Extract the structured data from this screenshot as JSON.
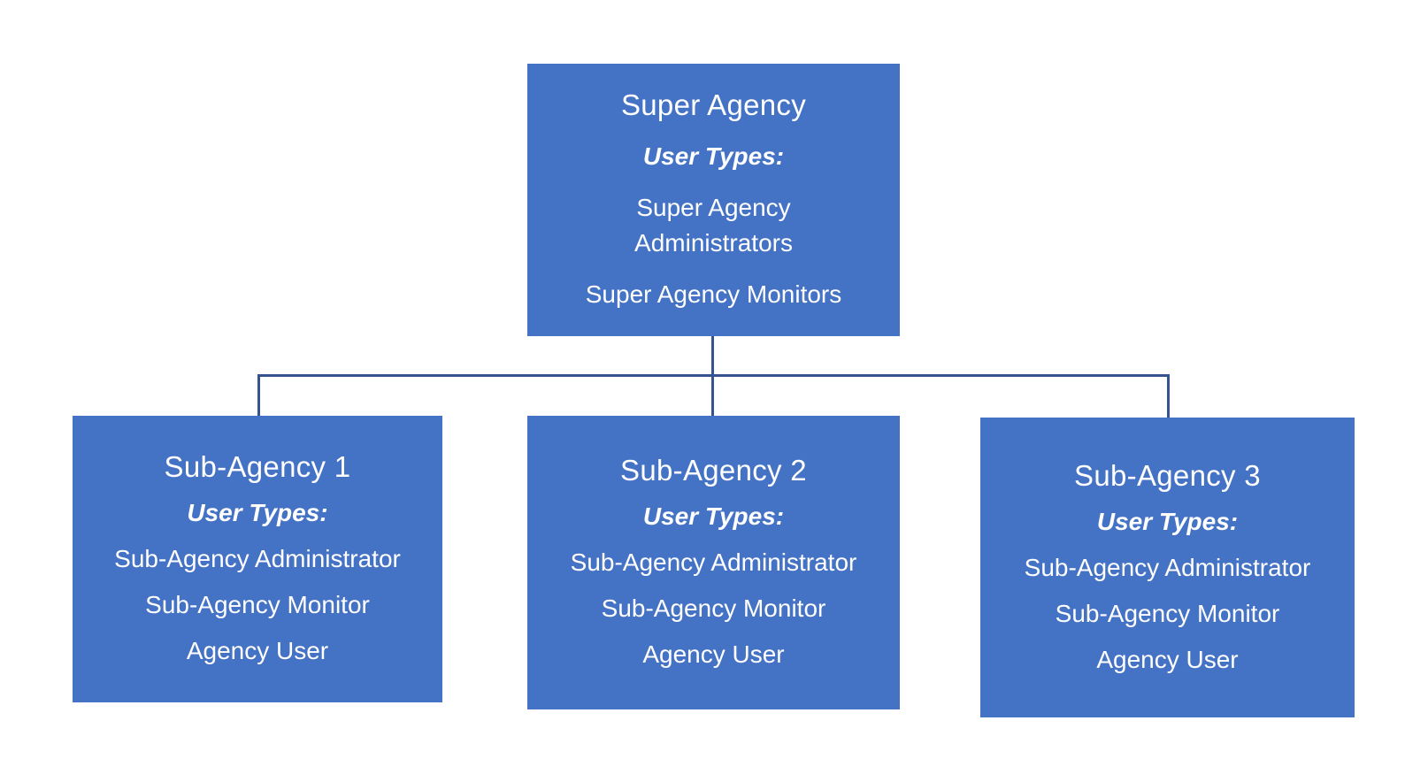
{
  "diagram": {
    "type": "org-chart",
    "structure": {
      "root": "super",
      "children": [
        "sub1",
        "sub2",
        "sub3"
      ]
    },
    "nodes": {
      "super": {
        "title": "Super Agency",
        "user_types_label": "User Types:",
        "user_types": [
          "Super Agency Administrators",
          "Super Agency Monitors"
        ]
      },
      "sub1": {
        "title": "Sub-Agency 1",
        "user_types_label": "User Types:",
        "user_types": [
          "Sub-Agency Administrator",
          "Sub-Agency Monitor",
          "Agency User"
        ]
      },
      "sub2": {
        "title": "Sub-Agency 2",
        "user_types_label": "User Types:",
        "user_types": [
          "Sub-Agency Administrator",
          "Sub-Agency Monitor",
          "Agency User"
        ]
      },
      "sub3": {
        "title": "Sub-Agency 3",
        "user_types_label": "User Types:",
        "user_types": [
          "Sub-Agency Administrator",
          "Sub-Agency Monitor",
          "Agency User"
        ]
      }
    },
    "colors": {
      "box_fill": "#4472C4",
      "connector": "#35548F",
      "text": "#FFFFFF",
      "background": "#FFFFFF"
    }
  }
}
